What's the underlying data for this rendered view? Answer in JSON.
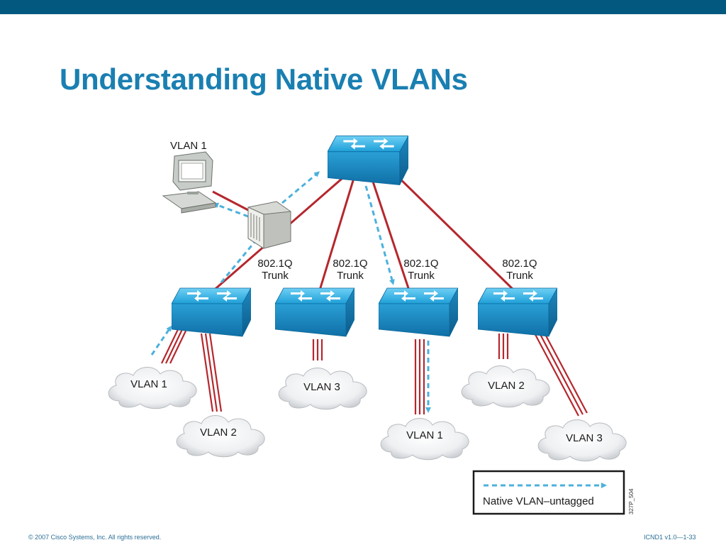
{
  "slide": {
    "title": "Understanding Native VLANs",
    "footer_left": "© 2007 Cisco Systems, Inc. All rights reserved.",
    "footer_right": "ICND1 v1.0—1-33"
  },
  "diagram": {
    "pc_label": "VLAN 1",
    "trunk_line1": "802.1Q",
    "trunk_line2": "Trunk",
    "clouds": [
      "VLAN 1",
      "VLAN 2",
      "VLAN 3",
      "VLAN 1",
      "VLAN 2",
      "VLAN 3"
    ],
    "legend_label": "Native VLAN–untagged",
    "figure_id": "327P_504"
  },
  "colors": {
    "topbar": "#02587f",
    "title": "#1a7fb1",
    "link": "#b5272d",
    "native_arrow": "#4bb1dc",
    "switch": "#2fa8df"
  },
  "icons": [
    "switch-icon",
    "pc-icon",
    "server-icon",
    "cloud-icon"
  ]
}
